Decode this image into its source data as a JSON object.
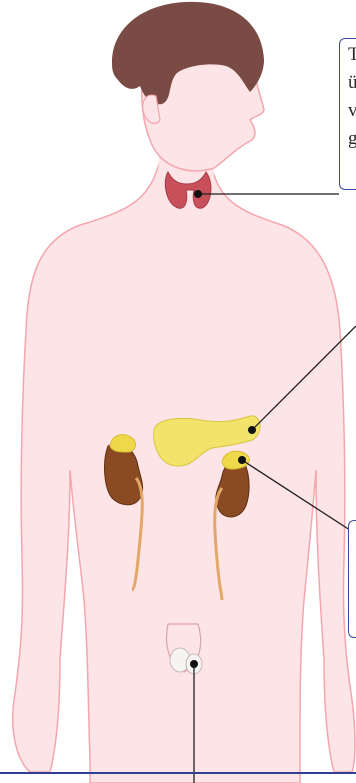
{
  "callouts": {
    "thyroid": {
      "lines": [
        "T",
        "ü",
        "v",
        "g"
      ]
    }
  },
  "colors": {
    "skin_fill": "#fde4e6",
    "skin_outline": "#f4a6ad",
    "hair": "#7a4a45",
    "thyroid": "#c8505a",
    "pancreas": "#f2e36a",
    "adrenal": "#efd84a",
    "kidney": "#8a4a22",
    "ureter": "#e2a86a",
    "leader_line": "#1f1f1f",
    "callout_border": "#3b4a9a"
  },
  "organs": [
    "thyroid-gland",
    "pancreas",
    "adrenal-gland-left",
    "adrenal-gland-right",
    "kidney-left",
    "kidney-right",
    "ureters",
    "testes"
  ]
}
